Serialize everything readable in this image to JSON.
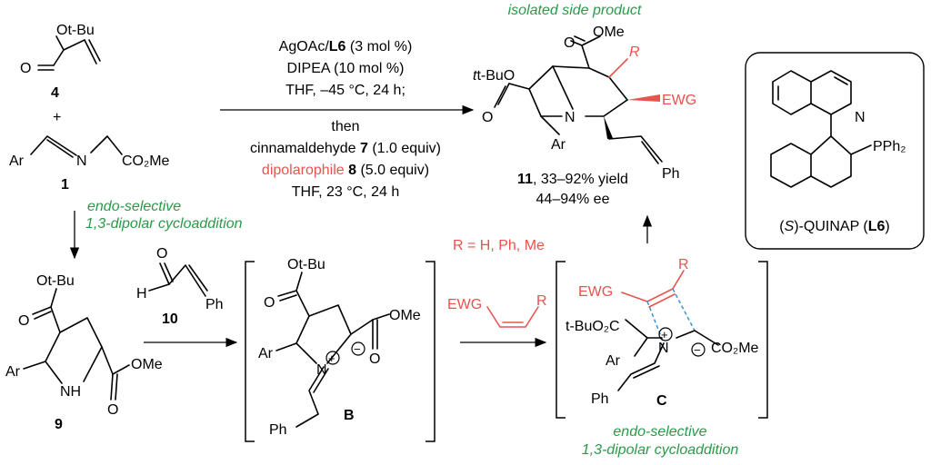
{
  "cond": {
    "line1a": "AgOAc/",
    "line1b": "L6",
    "line1c": " (3 mol %)",
    "line2": "DIPEA (10 mol %)",
    "line3": "THF, –45 °C, 24 h;",
    "line4": "then",
    "line5a": "cinnamaldehyde ",
    "line5b": "7",
    "line5c": " (1.0 equiv)",
    "line6a": "dipolarophile ",
    "line6b": "8",
    "line6c": " (5.0 equiv)",
    "line7": "THF, 23 °C, 24 h"
  },
  "acrylate": {
    "ester": "Ot-Bu",
    "o": "O",
    "num": "4",
    "plus": "+"
  },
  "imine": {
    "ar": "Ar",
    "n": "N",
    "ester": "CO₂Me",
    "num": "1"
  },
  "cyclo1": {
    "line1": "endo-selective",
    "line2": "1,3-dipolar cycloaddition"
  },
  "cyclo2": {
    "line1": "endo-selective",
    "line2": "1,3-dipolar cycloaddition"
  },
  "pyrrolidine": {
    "ester": "Ot-Bu",
    "o": "O",
    "ar": "Ar",
    "nh": "NH",
    "ome": "OMe",
    "o2": "O",
    "num": "9"
  },
  "aldehyde": {
    "h": "H",
    "o": "O",
    "num": "10",
    "ph": "Ph"
  },
  "intB": {
    "ester": "Ot-Bu",
    "o": "O",
    "ar": "Ar",
    "n": "N",
    "plus": "+",
    "minus": "−",
    "ome": "OMe",
    "o2": "O",
    "ph": "Ph",
    "label": "B"
  },
  "dipolarophile": {
    "ewg": "EWG",
    "r": "R",
    "rset": "R = H, Ph, Me"
  },
  "tsC": {
    "ewg": "EWG",
    "r": "R",
    "ester": "t-BuO₂C",
    "ar": "Ar",
    "n": "N",
    "plus": "+",
    "minus": "−",
    "co2me": "CO₂Me",
    "ph": "Ph",
    "label": "C"
  },
  "product": {
    "header": "isolated side product",
    "ome": "OMe",
    "o": "O",
    "r": "R",
    "ester": "t-BuO",
    "o2": "O",
    "n": "N",
    "ewg": "EWG",
    "ar": "Ar",
    "ph": "Ph",
    "num": "11",
    "yield": ", 33–92% yield",
    "ee": "44–94% ee"
  },
  "ligand": {
    "n": "N",
    "pph2": "PPh₂",
    "name_a": "(",
    "name_s": "S",
    "name_b": ")-QUINAP (",
    "name_l": "L6",
    "name_c": ")"
  }
}
